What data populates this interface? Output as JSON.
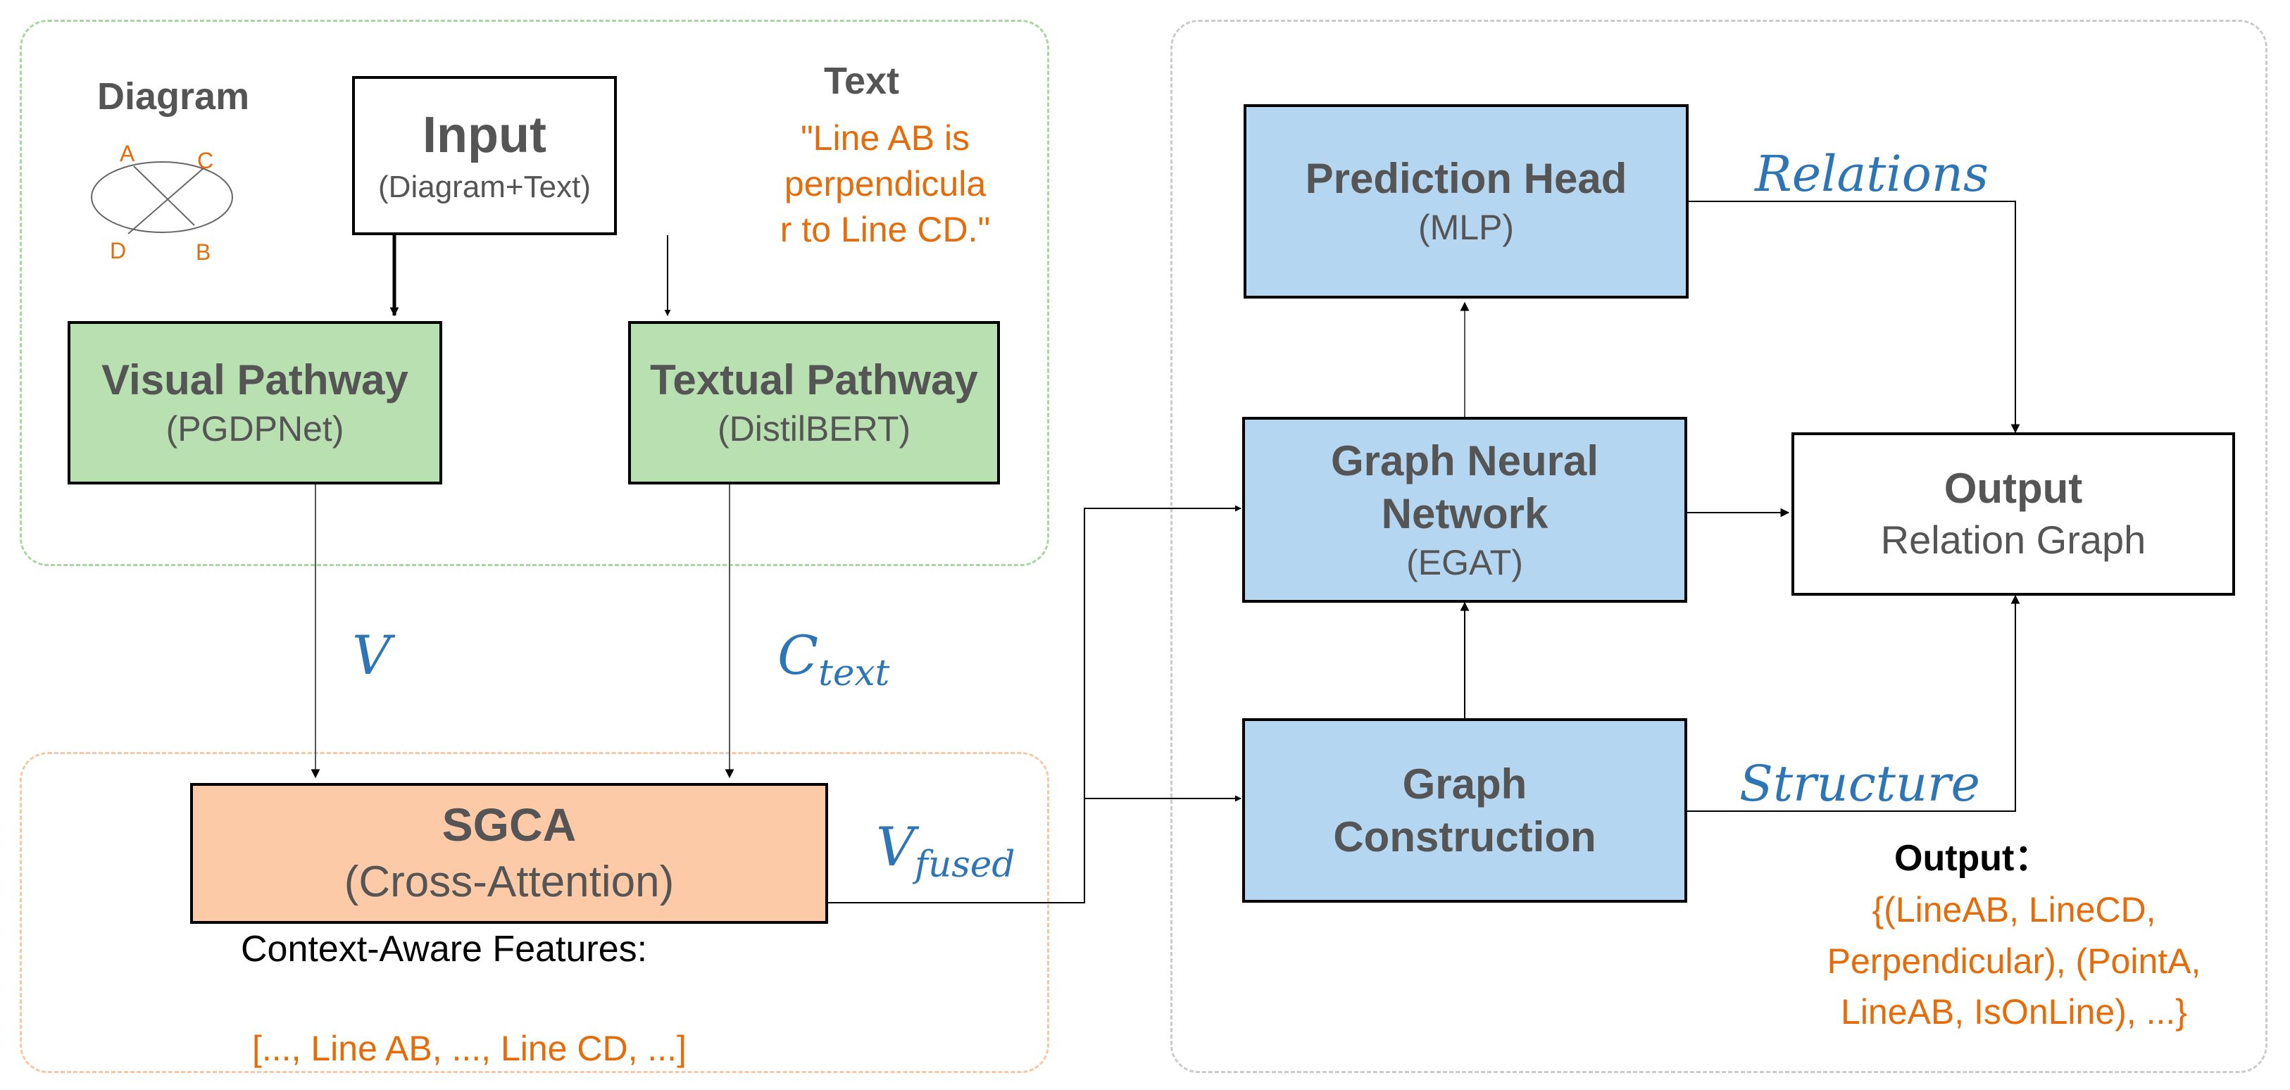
{
  "colors": {
    "green_fill": "#b8e0b0",
    "blue_fill": "#b4d6f0",
    "orange_fill": "#fdcaa8",
    "label_blue": "#2e75b6",
    "label_orange": "#e46c0a",
    "box_text": "#555555"
  },
  "input": {
    "title": "Input",
    "subtitle": "(Diagram+Text)"
  },
  "diagram": {
    "label": "Diagram",
    "points": {
      "a": "A",
      "b": "B",
      "c": "C",
      "d": "D"
    }
  },
  "text_panel": {
    "label": "Text",
    "quote": "\"Line AB is\nperpendicula\nr to Line CD.\""
  },
  "visual_pathway": {
    "title": "Visual Pathway",
    "subtitle": "(PGDPNet)"
  },
  "textual_pathway": {
    "title": "Textual Pathway",
    "subtitle": "(DistilBERT)"
  },
  "edge_labels": {
    "v": "V",
    "c_text": {
      "base": "C",
      "sub": "text"
    },
    "v_fused": {
      "base": "V",
      "sub": "fused"
    },
    "relations": "Relations",
    "structure": "Structure"
  },
  "sgca": {
    "title": "SGCA",
    "subtitle": "(Cross-Attention)",
    "features_label": "Context-Aware Features:",
    "features_value": "[..., Line AB, ..., Line CD, ...]"
  },
  "prediction_head": {
    "title": "Prediction Head",
    "subtitle": "(MLP)"
  },
  "gnn": {
    "title": "Graph Neural\nNetwork",
    "subtitle": "(EGAT)"
  },
  "graph_construction": {
    "title": "Graph\nConstruction"
  },
  "output_box": {
    "title": "Output",
    "subtitle": "Relation Graph"
  },
  "output_example": {
    "label": "Output：",
    "value": "{(LineAB, LineCD,\nPerpendicular), (PointA,\nLineAB, IsOnLine), ...}"
  }
}
